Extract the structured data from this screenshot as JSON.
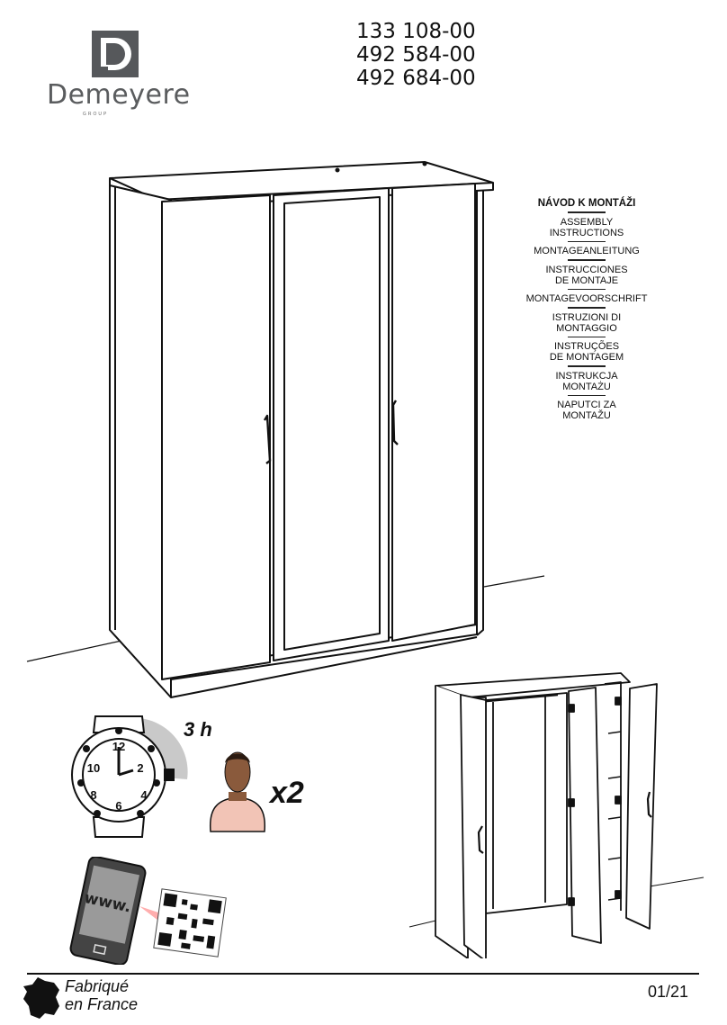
{
  "brand": {
    "name": "Demeyere",
    "sub": "GROUP"
  },
  "references": [
    "133 108-00",
    "492 584-00",
    "492 684-00"
  ],
  "title_languages": [
    "NÁVOD K MONTÁŽI",
    "ASSEMBLY\nINSTRUCTIONS",
    "MONTAGEANLEITUNG",
    "INSTRUCCIONES\nDE MONTAJE",
    "MONTAGEVOORSCHRIFT",
    "ISTRUZIONI DI\nMONTAGGIO",
    "INSTRUÇÕES\nDE MONTAGEM",
    "INSTRUKCJA\nMONTAŻU",
    "NAPUTCI ZA\nMONTAŽU"
  ],
  "assembly_time": "3 h",
  "people_count": "x2",
  "url_text": "www.",
  "footer": {
    "made_in": "Fabriqué\nen France",
    "page": "01/21"
  },
  "icons": {
    "logo": "demeyere-logo-icon",
    "clock": "wristwatch-clock-icon",
    "person": "person-bust-icon",
    "phone": "smartphone-icon",
    "qr": "qr-code-icon",
    "france": "france-map-icon"
  }
}
